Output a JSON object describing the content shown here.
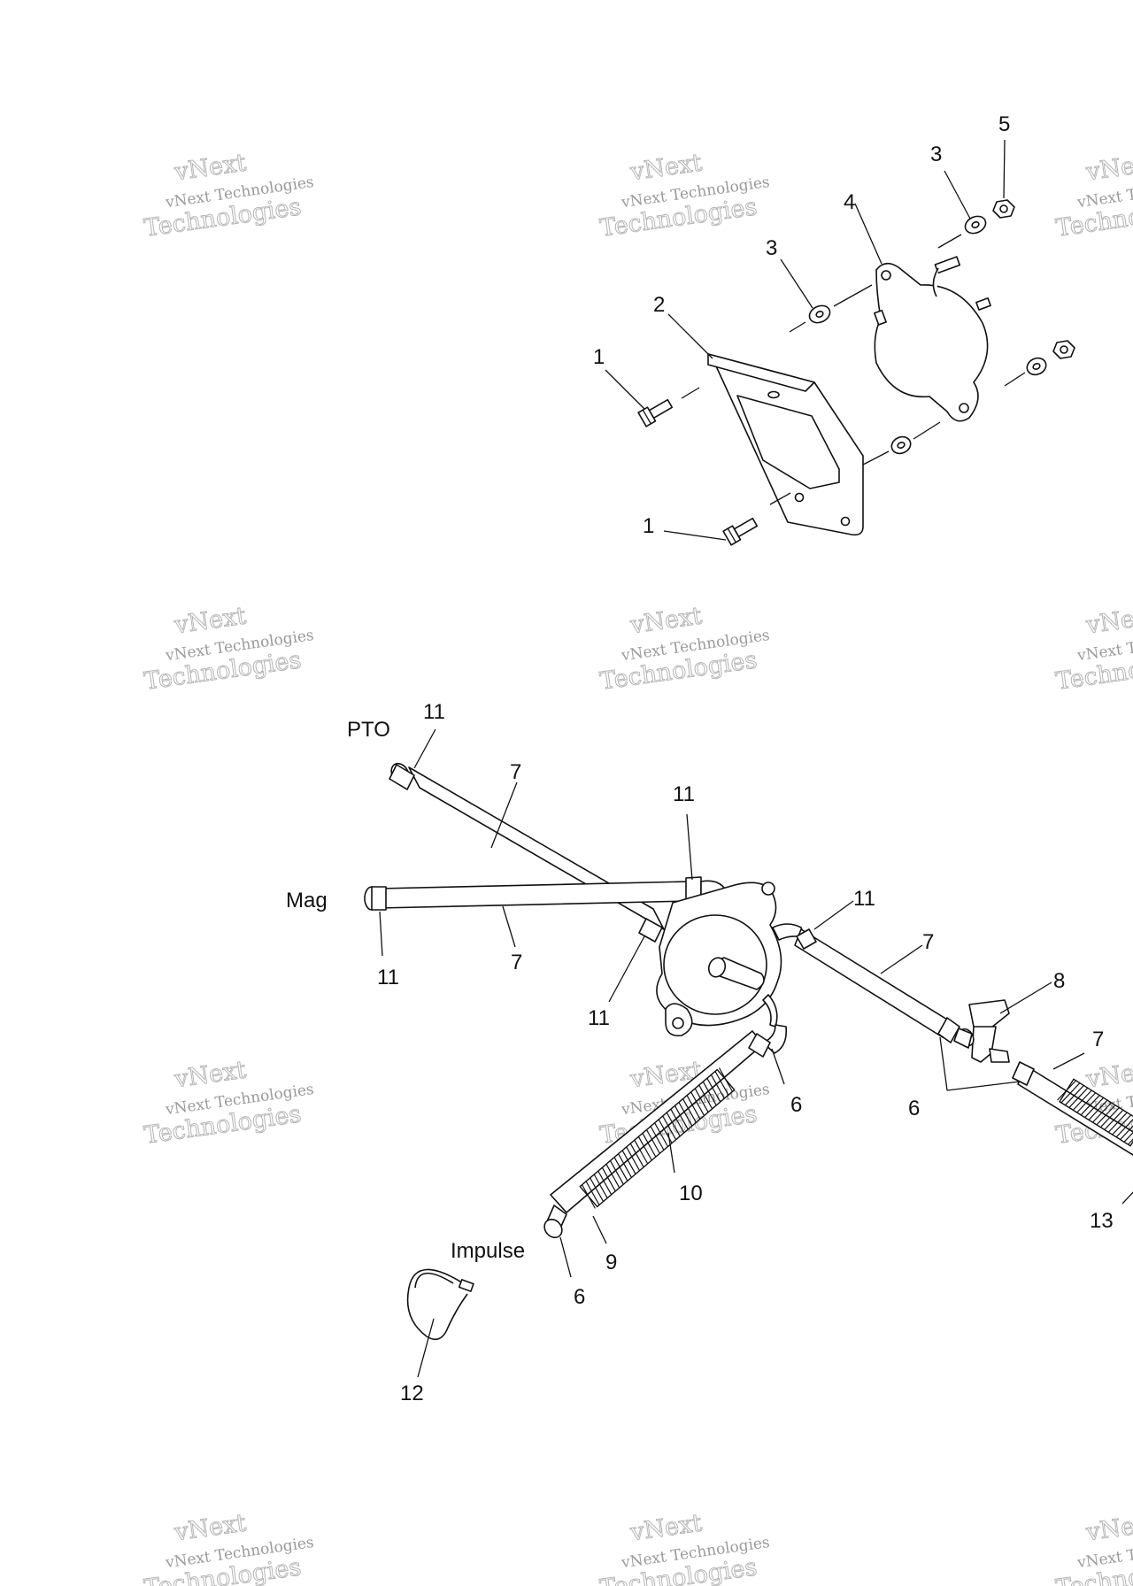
{
  "watermark": {
    "line1": "vNext",
    "line2": "vNext Technologies",
    "line3": "Technologies"
  },
  "callouts": {
    "c1a": "1",
    "c1b": "1",
    "c2": "2",
    "c3a": "3",
    "c3b": "3",
    "c4": "4",
    "c5": "5",
    "c6a": "6",
    "c6b": "6",
    "c6c": "6",
    "c7a": "7",
    "c7b": "7",
    "c7c": "7",
    "c7d": "7",
    "c8": "8",
    "c9": "9",
    "c10": "10",
    "c11a": "11",
    "c11b": "11",
    "c11c": "11",
    "c11d": "11",
    "c11e": "11",
    "c12": "12",
    "c13": "13"
  },
  "labels": {
    "pto": "PTO",
    "mag": "Mag",
    "impulse": "Impulse"
  }
}
